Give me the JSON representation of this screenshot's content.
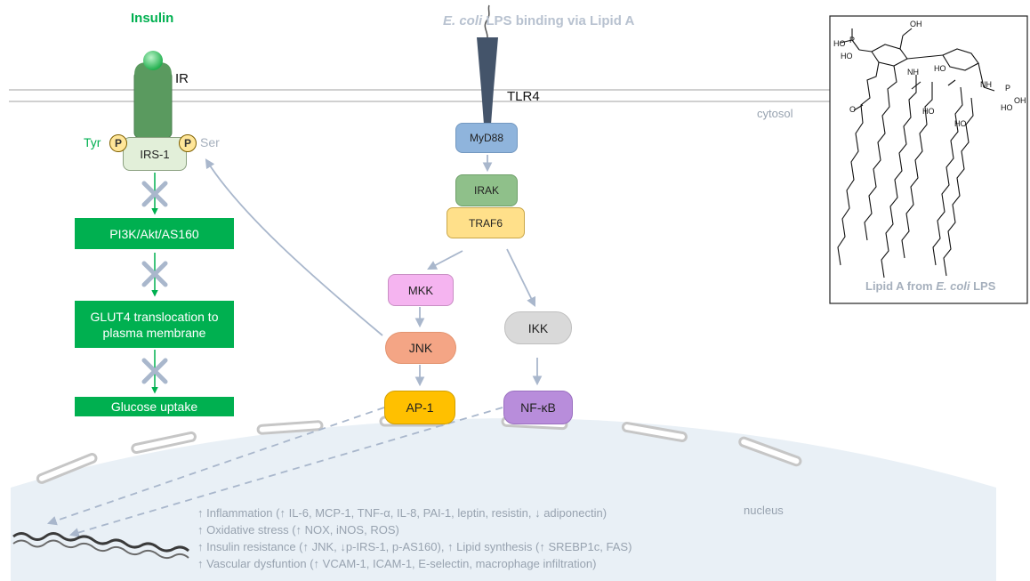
{
  "insulin_side": {
    "ligand_label": "Insulin",
    "receptor_label": "IR",
    "tyr_label": "Tyr",
    "ser_label": "Ser",
    "phospho_label": "P",
    "irs_label": "IRS-1",
    "steps": [
      "PI3K/Akt/AS160",
      "GLUT4 translocation to plasma membrane",
      "Glucose uptake"
    ]
  },
  "lps_side": {
    "title_italic": "E. coli",
    "title_rest": " LPS binding via Lipid A",
    "receptor_label": "TLR4",
    "myd88": "MyD88",
    "irak": "IRAK",
    "traf6": "TRAF6",
    "mkk": "MKK",
    "jnk": "JNK",
    "ap1": "AP-1",
    "ikk": "IKK",
    "nfkb": "NF-κB"
  },
  "compartments": {
    "cytosol": "cytosol",
    "nucleus": "nucleus"
  },
  "effects": [
    "↑ Inflammation (↑ IL-6, MCP-1, TNF-α, IL-8, PAI-1, leptin, resistin, ↓ adiponectin)",
    "↑ Oxidative stress (↑ NOX, iNOS, ROS)",
    "↑ Insulin resistance (↑ JNK, ↓p-IRS-1, p-AS160), ↑ Lipid synthesis (↑ SREBP1c, FAS)",
    "↑ Vascular dysfuntion (↑ VCAM-1, ICAM-1, E-selectin, macrophage infiltration)"
  ],
  "lipid_a": {
    "caption_prefix": "Lipid A from ",
    "caption_italic": "E. coli",
    "caption_suffix": " LPS",
    "atoms": {
      "oh": "OH",
      "ho": "HO",
      "p": "P",
      "o": "O",
      "nh": "NH"
    }
  },
  "colors": {
    "green": "#00b050",
    "grey_text": "#a6b0bd",
    "arrow": "#a9b7cc",
    "myd88": "#8fb4dc",
    "irak": "#8fc08a",
    "traf6": "#ffe08a",
    "mkk": "#f5b4f0",
    "jnk": "#f4a585",
    "ap1": "#ffc000",
    "ikk": "#d9d9d9",
    "nfkb": "#b88ddb"
  }
}
